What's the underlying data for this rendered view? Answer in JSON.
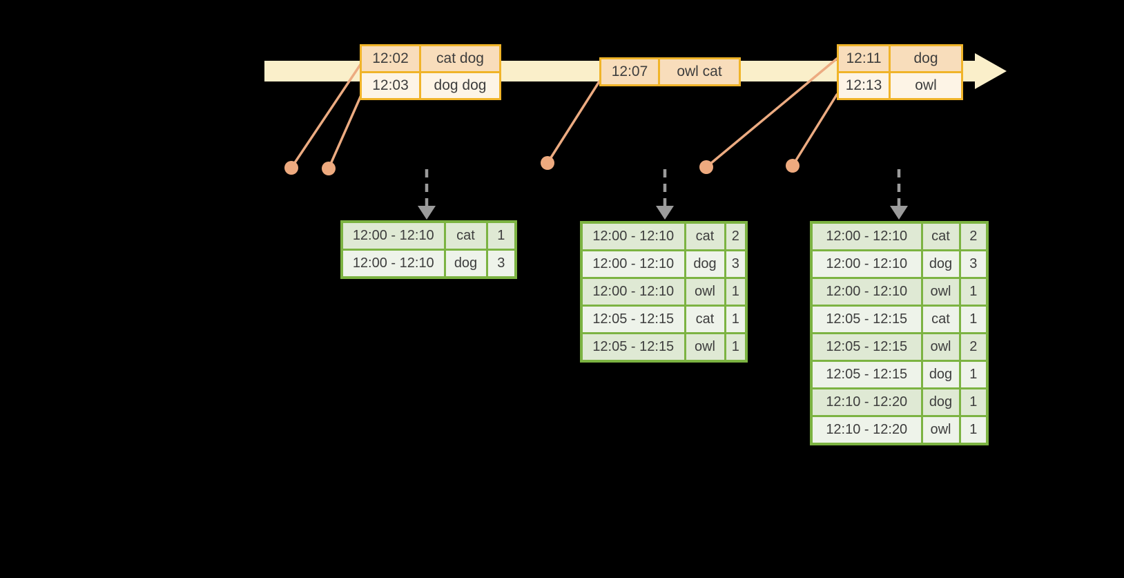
{
  "colors": {
    "background": "#000000",
    "timeline_fill": "#faefca",
    "event_border": "#f0b429",
    "event_row_dark": "#f8ddbb",
    "event_row_light": "#fdf4e6",
    "connector": "#ecab81",
    "dot": "#eeaa7f",
    "trigger_arrow": "#9b9b9b",
    "result_border": "#7cb342",
    "result_row_dark": "#dfe9d4",
    "result_row_light": "#eef3ea",
    "text": "#3d3d3d"
  },
  "event_tables": [
    {
      "rows": [
        {
          "time": "12:02",
          "words": "cat dog"
        },
        {
          "time": "12:03",
          "words": "dog dog"
        }
      ]
    },
    {
      "rows": [
        {
          "time": "12:07",
          "words": "owl cat"
        }
      ]
    },
    {
      "rows": [
        {
          "time": "12:11",
          "words": "dog"
        },
        {
          "time": "12:13",
          "words": "owl"
        }
      ]
    }
  ],
  "result_tables": [
    {
      "rows": [
        {
          "window": "12:00 - 12:10",
          "word": "cat",
          "count": "1"
        },
        {
          "window": "12:00 - 12:10",
          "word": "dog",
          "count": "3"
        }
      ]
    },
    {
      "rows": [
        {
          "window": "12:00 - 12:10",
          "word": "cat",
          "count": "2"
        },
        {
          "window": "12:00 - 12:10",
          "word": "dog",
          "count": "3"
        },
        {
          "window": "12:00 - 12:10",
          "word": "owl",
          "count": "1"
        },
        {
          "window": "12:05 - 12:15",
          "word": "cat",
          "count": "1"
        },
        {
          "window": "12:05 - 12:15",
          "word": "owl",
          "count": "1"
        }
      ]
    },
    {
      "rows": [
        {
          "window": "12:00 - 12:10",
          "word": "cat",
          "count": "2"
        },
        {
          "window": "12:00 - 12:10",
          "word": "dog",
          "count": "3"
        },
        {
          "window": "12:00 - 12:10",
          "word": "owl",
          "count": "1"
        },
        {
          "window": "12:05 - 12:15",
          "word": "cat",
          "count": "1"
        },
        {
          "window": "12:05 - 12:15",
          "word": "owl",
          "count": "2"
        },
        {
          "window": "12:05 - 12:15",
          "word": "dog",
          "count": "1"
        },
        {
          "window": "12:10 - 12:20",
          "word": "dog",
          "count": "1"
        },
        {
          "window": "12:10 - 12:20",
          "word": "owl",
          "count": "1"
        }
      ]
    }
  ]
}
